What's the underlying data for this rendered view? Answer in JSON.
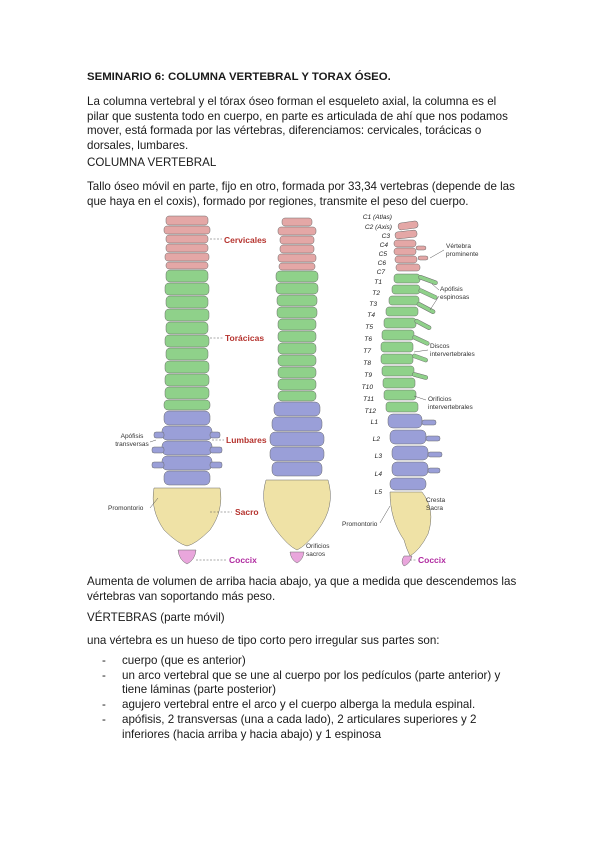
{
  "document": {
    "title": "SEMINARIO 6: COLUMNA VERTEBRAL Y TORAX ÓSEO.",
    "intro": "La columna vertebral y el tórax óseo forman el esqueleto axial, la columna es el pilar que sustenta todo en cuerpo, en parte es articulada de ahí que nos podamos mover, está formada por las vértebras, diferenciamos: cervicales, torácicas o dorsales, lumbares.",
    "section_columna": "COLUMNA VERTEBRAL",
    "columna_text": "Tallo óseo móvil en parte, fijo en otro, formada por 33,34 vertebras (depende de las que haya en el coxis), formado por regiones, transmite el peso del cuerpo.",
    "after_figure": "Aumenta de volumen de arriba hacia abajo, ya que a medida que descendemos las vértebras van soportando más peso.",
    "section_vertebras": "VÉRTEBRAS (parte móvil)",
    "vertebras_intro": "una vértebra es un hueso de tipo corto pero irregular sus partes son:",
    "list_marker": "-",
    "list": [
      "cuerpo (que es anterior)",
      "un arco vertebral que se une al cuerpo por los pedículos (parte anterior) y tiene láminas (parte posterior)",
      "agujero vertebral entre el arco y el cuerpo alberga la medula espinal.",
      "apófisis, 2 transversas (una a cada lado), 2 articulares superiores y 2 inferiores (hacia arriba y hacia abajo) y 1 espinosa"
    ]
  },
  "figure": {
    "colors": {
      "cervical": "#e4a7a6",
      "thoracic": "#8fd18a",
      "lumbar": "#9a9fd8",
      "sacrum": "#efe2a6",
      "coccyx": "#e9a6dc",
      "region_label": "#b5332e",
      "coccyx_label": "#b02aa0"
    },
    "region_labels": {
      "cervicales": "Cervicales",
      "toracicas": "Torácicas",
      "lumbares": "Lumbares",
      "sacro": "Sacro",
      "coccix": "Coccix"
    },
    "left_labels": {
      "apofisis_transversas": [
        "Apófisis",
        "transversas"
      ],
      "promontorio": "Promontorio"
    },
    "middle_labels": {
      "orificios_sacros": [
        "Orificios",
        "sacros"
      ]
    },
    "vertebra_labels": [
      "C1 (Atlas)",
      "C2 (Axis)",
      "C3",
      "C4",
      "C5",
      "C6",
      "C7",
      "T1",
      "T2",
      "T3",
      "T4",
      "T5",
      "T6",
      "T7",
      "T8",
      "T9",
      "T10",
      "T11",
      "T12",
      "L1",
      "L2",
      "L3",
      "L4",
      "L5"
    ],
    "right_labels": {
      "vertebra_prominente": [
        "Vértebra",
        "prominente"
      ],
      "apofisis_espinosas": [
        "Apófisis",
        "espinosas"
      ],
      "discos": [
        "Discos",
        "intervertebrales"
      ],
      "orificios": [
        "Orificios",
        "intervertebrales"
      ],
      "cresta_sacra": [
        "Cresta",
        "Sacra"
      ],
      "promontorio": "Promontorio",
      "coccix": "Coccix"
    }
  }
}
